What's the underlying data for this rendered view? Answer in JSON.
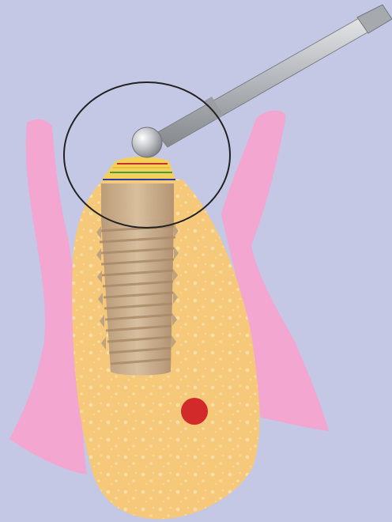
{
  "colors": {
    "background": "#C4C8E4",
    "soft_tissue": "#F2A6D0",
    "bone": "#F6C879",
    "bone_texture": "#FBE3B2",
    "implant": "#C9AE8E",
    "implant_thread": "#A98B69",
    "graft_layer": "#F4D05A",
    "marker_red": "#D22A2A",
    "line_red": "#C4322E",
    "line_yellow": "#E7C33A",
    "line_green": "#3F9E3F",
    "line_blue": "#2B3AA8",
    "instrument": "#B9BCC0",
    "outline": "#222222"
  },
  "diagram": {
    "elements": [
      {
        "name": "soft-tissue-left",
        "kind": "gingiva"
      },
      {
        "name": "soft-tissue-right",
        "kind": "gingiva"
      },
      {
        "name": "alveolar-bone",
        "kind": "bone"
      },
      {
        "name": "dental-implant",
        "kind": "implant"
      },
      {
        "name": "graft-layer",
        "kind": "augmentation"
      },
      {
        "name": "layer-lines",
        "kind": "lines",
        "colors": [
          "red",
          "yellow",
          "green",
          "blue"
        ]
      },
      {
        "name": "ball-instrument",
        "kind": "instrument"
      },
      {
        "name": "focus-circle",
        "kind": "highlight"
      },
      {
        "name": "red-marker",
        "kind": "marker"
      }
    ]
  }
}
